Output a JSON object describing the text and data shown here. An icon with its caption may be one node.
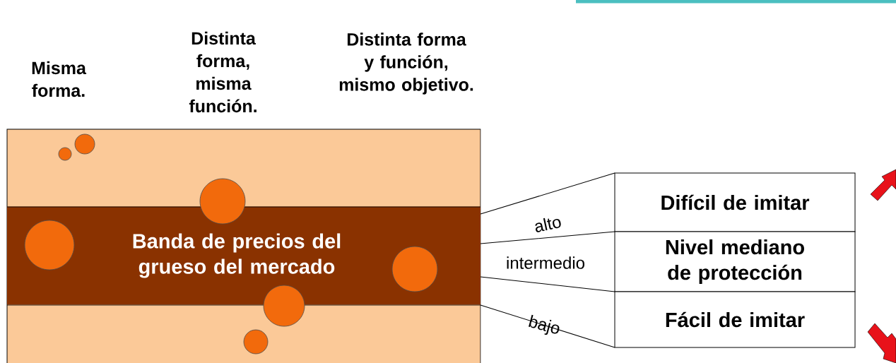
{
  "diagram": {
    "nodes": [
      {
        "text": [
          "Banda de precios del grueso del mercado"
        ]
      },
      {
        "text": [
          "Difícil de imitar"
        ]
      },
      {
        "text": [
          "Nivel mediano de protección"
        ]
      },
      {
        "text": [
          "Fácil de imitar"
        ]
      }
    ],
    "labels": [
      "Misma forma.",
      "Distinta forma, misma función.",
      "Distinta forma y función, mismo objetivo.",
      "alto",
      "intermedio",
      "bajo"
    ]
  }
}
